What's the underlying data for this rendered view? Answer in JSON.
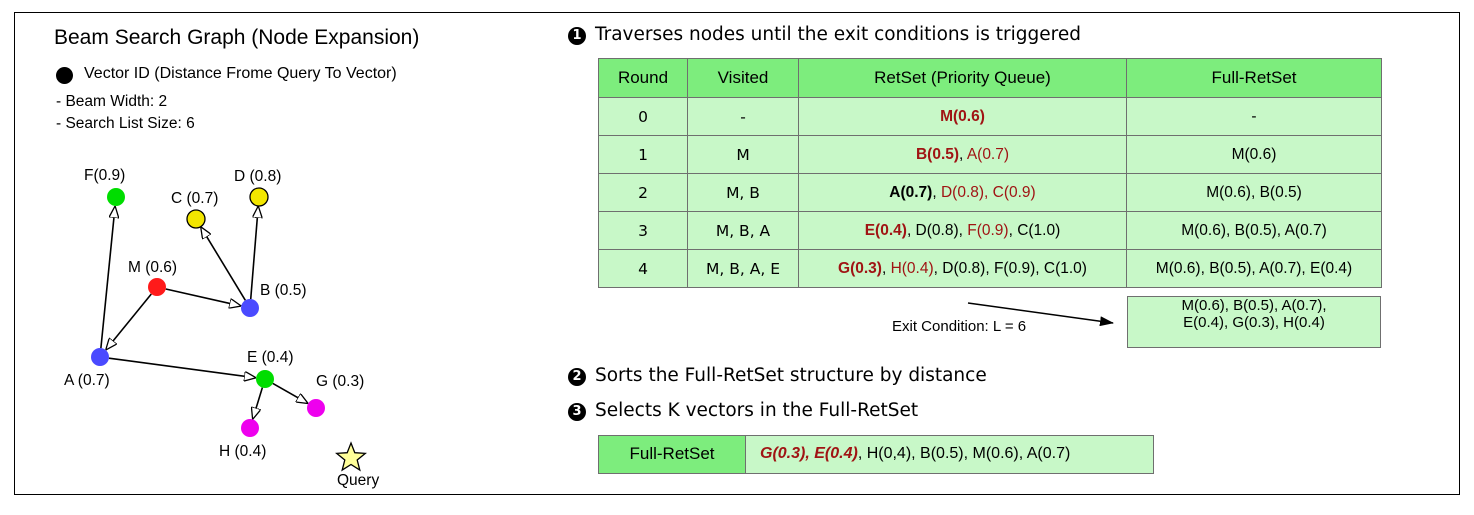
{
  "left": {
    "title": "Beam Search Graph (Node Expansion)",
    "legend": "Vector ID (Distance Frome Query To Vector)",
    "beam_width": "- Beam Width: 2",
    "search_list_size": "- Search List Size: 6"
  },
  "graph": {
    "nodes": [
      {
        "id": "F",
        "label": "F(0.9)",
        "color": "#00dd00"
      },
      {
        "id": "C",
        "label": "C (0.7)",
        "color": "#f2e600"
      },
      {
        "id": "D",
        "label": "D (0.8)",
        "color": "#f2e600"
      },
      {
        "id": "M",
        "label": "M (0.6)",
        "color": "#ff1a1a"
      },
      {
        "id": "B",
        "label": "B (0.5)",
        "color": "#4a4aff"
      },
      {
        "id": "A",
        "label": "A (0.7)",
        "color": "#4a4aff"
      },
      {
        "id": "E",
        "label": "E (0.4)",
        "color": "#00dd00"
      },
      {
        "id": "G",
        "label": "G (0.3)",
        "color": "#ee00ee"
      },
      {
        "id": "H",
        "label": "H (0.4)",
        "color": "#ee00ee"
      }
    ],
    "edges": [
      [
        "M",
        "B"
      ],
      [
        "M",
        "A"
      ],
      [
        "B",
        "C"
      ],
      [
        "B",
        "D"
      ],
      [
        "A",
        "F"
      ],
      [
        "A",
        "E"
      ],
      [
        "E",
        "G"
      ],
      [
        "E",
        "H"
      ]
    ],
    "query_label": "Query",
    "query_color": "#ffff99"
  },
  "steps": {
    "step1_num": "1",
    "step1": "Traverses nodes until the exit conditions is triggered",
    "step2_num": "2",
    "step2": "Sorts the Full-RetSet structure by distance",
    "step3_num": "3",
    "step3": "Selects K vectors in the Full-RetSet"
  },
  "table": {
    "headers": [
      "Round",
      "Visited",
      "RetSet (Priority Queue)",
      "Full-RetSet"
    ],
    "rows": [
      {
        "round": "0",
        "visited": "-",
        "retset": [
          {
            "t": "M(0.6)",
            "s": "sel"
          }
        ],
        "full": "-"
      },
      {
        "round": "1",
        "visited": "M",
        "retset": [
          {
            "t": "B(0.5)",
            "s": "sel"
          },
          {
            "t": ", ",
            "s": ""
          },
          {
            "t": "A(0.7)",
            "s": "new"
          }
        ],
        "full": "M(0.6)"
      },
      {
        "round": "2",
        "visited": "M, B",
        "retset": [
          {
            "t": "A(0.7)",
            "s": "sel-black"
          },
          {
            "t": ", ",
            "s": ""
          },
          {
            "t": "D(0.8), C(0.9)",
            "s": "new"
          }
        ],
        "full": "M(0.6), B(0.5)"
      },
      {
        "round": "3",
        "visited": "M, B, A",
        "retset": [
          {
            "t": "E(0.4)",
            "s": "sel"
          },
          {
            "t": ", D(0.8), ",
            "s": ""
          },
          {
            "t": "F(0.9)",
            "s": "new"
          },
          {
            "t": ", C(1.0)",
            "s": ""
          }
        ],
        "full": "M(0.6), B(0.5), A(0.7)"
      },
      {
        "round": "4",
        "visited": "M, B, A, E",
        "retset": [
          {
            "t": "G(0.3)",
            "s": "sel"
          },
          {
            "t": ", ",
            "s": ""
          },
          {
            "t": "H(0.4)",
            "s": "new"
          },
          {
            "t": ", D(0.8), F(0.9), C(1.0)",
            "s": ""
          }
        ],
        "full": "M(0.6), B(0.5), A(0.7), E(0.4)"
      }
    ],
    "exit_label": "Exit Condition: L = 6",
    "exit_line1": "M(0.6), B(0.5), A(0.7),",
    "exit_line2": "E(0.4), G(0.3), H(0.4)"
  },
  "final": {
    "header": "Full-RetSet",
    "topk": "G(0.3), E(0.4)",
    "rest": ", H(0,4), B(0.5), M(0.6),  A(0.7)"
  }
}
